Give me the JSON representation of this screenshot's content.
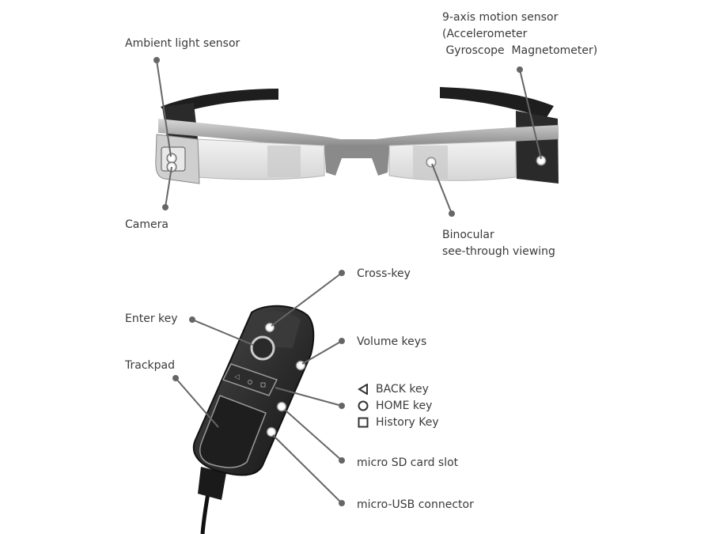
{
  "glasses": {
    "labels": {
      "ambient_light": "Ambient light sensor",
      "motion_sensor_line1": "9-axis motion sensor",
      "motion_sensor_line2": "(Accelerometer",
      "motion_sensor_line3": " Gyroscope  Magnetometer)",
      "camera": "Camera",
      "binocular_line1": "Binocular",
      "binocular_line2": "see-through viewing"
    }
  },
  "controller": {
    "labels": {
      "cross_key": "Cross-key",
      "enter_key": "Enter key",
      "volume_keys": "Volume keys",
      "trackpad": "Trackpad",
      "back_key": "BACK key",
      "home_key": "HOME key",
      "history_key": "History Key",
      "micro_sd": "micro SD card slot",
      "micro_usb": "micro-USB connector"
    },
    "key_icons": {
      "back": "triangle-left-icon",
      "home": "circle-icon",
      "history": "square-icon"
    }
  },
  "colors": {
    "leader_line": "#666666",
    "frame": "#9a9a9a",
    "controller_body": "#2a2a2a"
  }
}
